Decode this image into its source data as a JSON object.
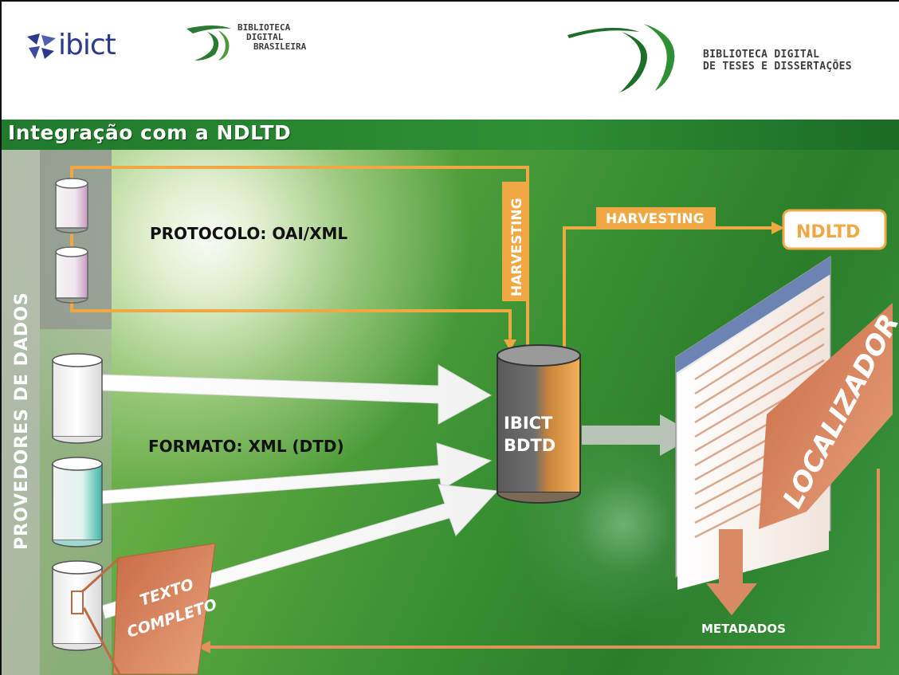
{
  "header": {
    "ibict_logo_text": "ibict",
    "bdb_logo_lines": [
      "BIBLIOTECA",
      "DIGITAL",
      "BRASILEIRA"
    ],
    "bdtd_logo_lines": [
      "BIBLIOTECA DIGITAL",
      "DE TESES E DISSERTAÇÕES"
    ]
  },
  "title": "Integração com a NDLTD",
  "diagram": {
    "providers_label": "PROVEDORES DE DADOS",
    "protocol_label": "PROTOCOLO: OAI/XML",
    "format_label": "FORMATO: XML (DTD)",
    "harvesting_vertical": "HARVESTING",
    "harvesting_horizontal": "HARVESTING",
    "hub_label_1": "IBICT",
    "hub_label_2": "BDTD",
    "ndltd_label": "NDLTD",
    "localizador_label": "LOCALIZADOR",
    "texto_completo_label_1": "TEXTO",
    "texto_completo_label_2": "COMPLETO",
    "metadados_label": "METADADOS"
  },
  "colors": {
    "orange": "#f0a844",
    "green_dark": "#1f7a2c",
    "salmon": "#d27d55"
  }
}
